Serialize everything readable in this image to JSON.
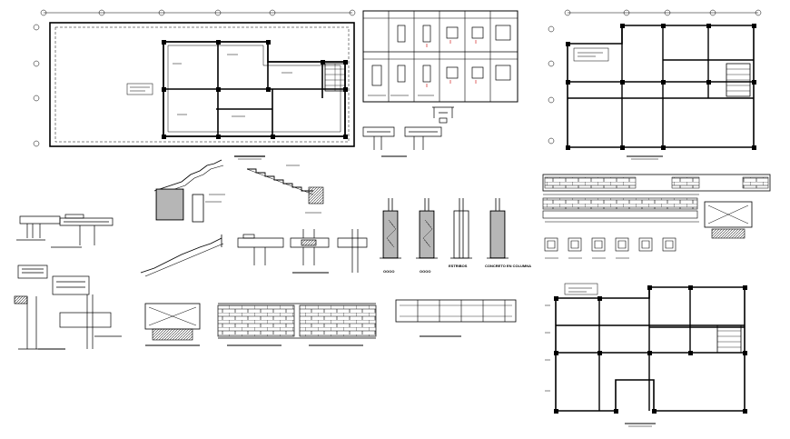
{
  "colors": {
    "background": "#ffffff",
    "line": "#000000",
    "hatch": "#333333",
    "accent_red": "#cc0000"
  },
  "labels": {
    "footing_label_1": "OOOO",
    "footing_label_2": "OOOO",
    "footing_label_3": "ESTRIBOS",
    "footing_label_4": "CONCRETO EN COLUMNA"
  }
}
